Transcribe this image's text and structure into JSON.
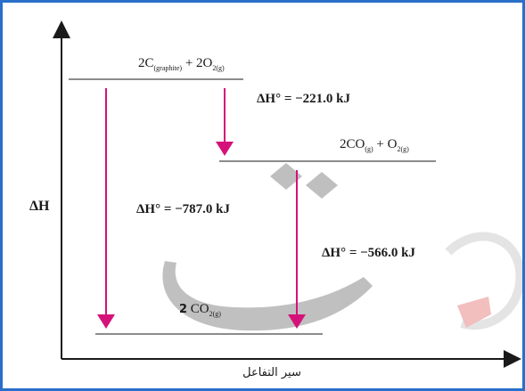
{
  "diagram": {
    "y_axis_label": "ΔH",
    "x_axis_label": "سير التفاعل",
    "levels": {
      "top": {
        "prefix": "2C",
        "sub1": "(graphite)",
        "mid": " + 2O",
        "sub2": "2(g)"
      },
      "middle": {
        "prefix": "2CO",
        "sub1": "(g)",
        "mid": " + O",
        "sub2": "2(g)"
      },
      "bottom": {
        "coef": "2",
        "prefix": " CO",
        "sub1": "2(g)"
      }
    },
    "arrows": {
      "step1": "ΔH° = −221.0 kJ",
      "total": "ΔH° = −787.0 kJ",
      "step2": "ΔH° = −566.0 kJ"
    },
    "colors": {
      "arrow": "#d4127a",
      "axis": "#1a1a1a",
      "border": "#2a6fc9",
      "watermark": "#9a9a9a"
    }
  }
}
